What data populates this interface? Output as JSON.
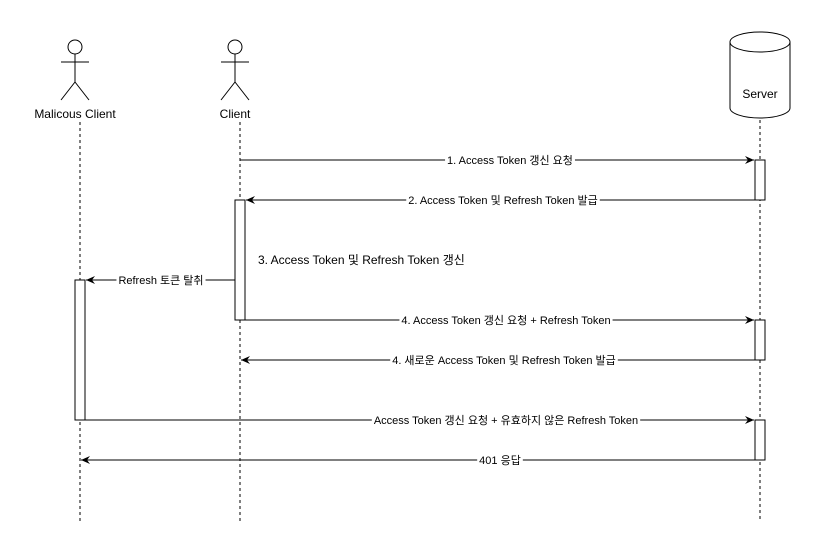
{
  "actors": {
    "malicious": {
      "label": "Malicous Client"
    },
    "client": {
      "label": "Client"
    },
    "server": {
      "label": "Server"
    }
  },
  "messages": [
    {
      "label": "1. Access Token 갱신 요청",
      "from": "client",
      "to": "server"
    },
    {
      "label": "2. Access Token 및 Refresh Token 발급",
      "from": "server",
      "to": "client"
    },
    {
      "label": "Refresh 토큰 탈취",
      "from": "client",
      "to": "malicious"
    },
    {
      "label": "4. Access Token 갱신 요청 + Refresh Token",
      "from": "client",
      "to": "server"
    },
    {
      "label": "4. 새로운 Access Token 및 Refresh Token 발급",
      "from": "server",
      "to": "client"
    },
    {
      "label": "Access Token 갱신 요청 + 유효하지 않은 Refresh Token",
      "from": "malicious",
      "to": "server"
    },
    {
      "label": "401 응답",
      "from": "server",
      "to": "malicious"
    }
  ],
  "notes": [
    {
      "label": "3. Access Token 및 Refresh Token 갱신"
    }
  ]
}
